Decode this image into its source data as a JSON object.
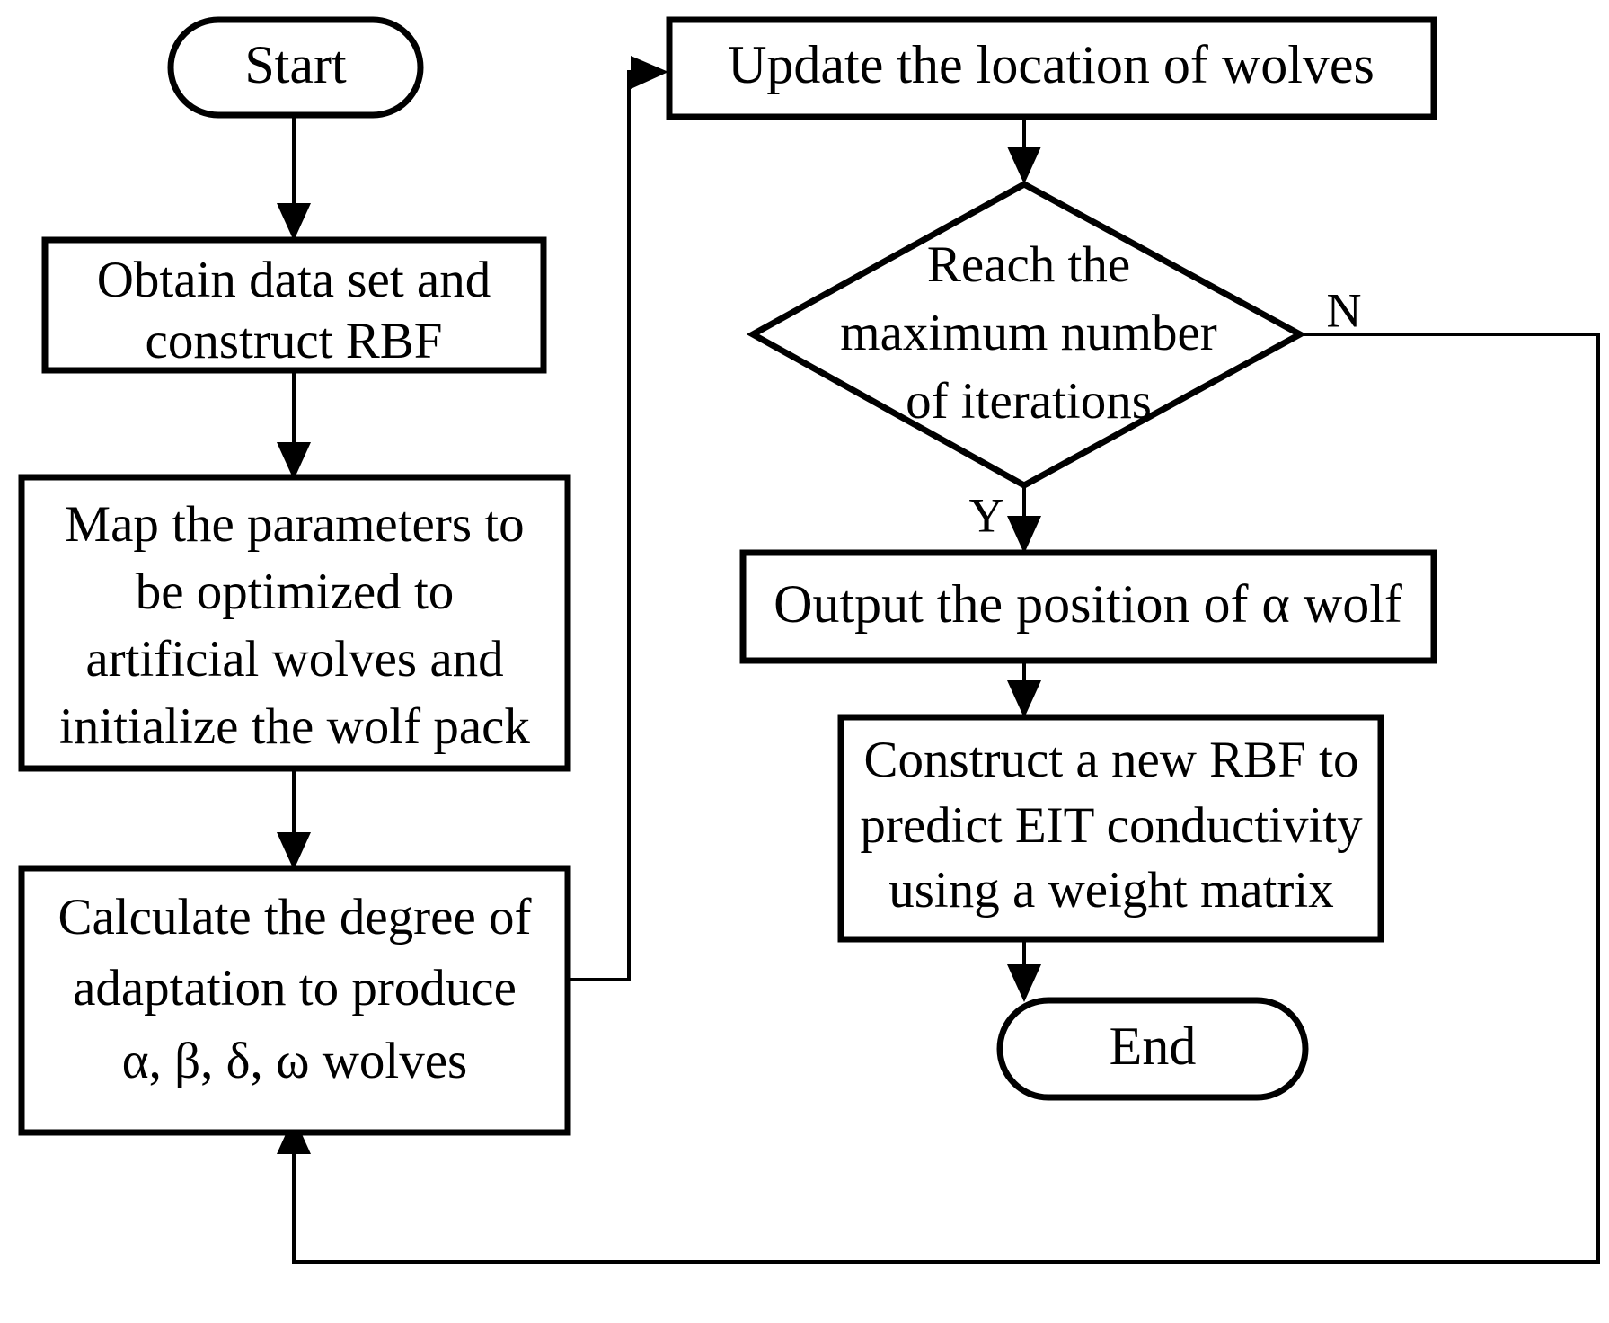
{
  "diagram": {
    "type": "flowchart",
    "title": "GWO-RBF EIT conductivity prediction flowchart",
    "colors": {
      "background": "#ffffff",
      "stroke": "#000000",
      "fill": "#ffffff"
    },
    "nodes": [
      {
        "id": "start",
        "shape": "terminator",
        "label": "Start",
        "lines": [
          "Start"
        ]
      },
      {
        "id": "obtain-dataset",
        "shape": "process",
        "label": "Obtain data set and construct RBF",
        "lines": [
          "Obtain data set and",
          "construct RBF"
        ]
      },
      {
        "id": "map-parameters",
        "shape": "process",
        "label": "Map the parameters to be optimized to artificial wolves and initialize the wolf pack",
        "lines": [
          "Map the parameters to",
          "be optimized to",
          "artificial wolves and",
          "initialize the wolf pack"
        ]
      },
      {
        "id": "calculate-adaptation",
        "shape": "process",
        "label": "Calculate the degree of adaptation to produce α, β, δ, ω wolves",
        "lines": [
          "Calculate the degree of",
          "adaptation to produce",
          "α, β, δ, ω  wolves"
        ]
      },
      {
        "id": "update-location",
        "shape": "process",
        "label": "Update the location of wolves",
        "lines": [
          "Update the location of wolves"
        ]
      },
      {
        "id": "reach-max-iterations",
        "shape": "decision",
        "label": "Reach the maximum number of iterations",
        "lines": [
          "Reach the",
          "maximum number",
          "of iterations"
        ]
      },
      {
        "id": "output-alpha",
        "shape": "process",
        "label": "Output the position of α wolf",
        "lines": [
          "Output the position of α wolf"
        ]
      },
      {
        "id": "construct-new-rbf",
        "shape": "process",
        "label": "Construct a new RBF to predict EIT conductivity using a weight matrix",
        "lines": [
          "Construct a new RBF to",
          "predict EIT conductivity",
          "using a weight matrix"
        ]
      },
      {
        "id": "end",
        "shape": "terminator",
        "label": "End",
        "lines": [
          "End"
        ]
      }
    ],
    "edge_labels": {
      "decision_no": "N",
      "decision_yes": "Y"
    },
    "edges": [
      {
        "from": "start",
        "to": "obtain-dataset",
        "label": ""
      },
      {
        "from": "obtain-dataset",
        "to": "map-parameters",
        "label": ""
      },
      {
        "from": "map-parameters",
        "to": "calculate-adaptation",
        "label": ""
      },
      {
        "from": "calculate-adaptation",
        "to": "update-location",
        "label": ""
      },
      {
        "from": "update-location",
        "to": "reach-max-iterations",
        "label": ""
      },
      {
        "from": "reach-max-iterations",
        "to": "output-alpha",
        "label": "Y"
      },
      {
        "from": "reach-max-iterations",
        "to": "calculate-adaptation",
        "label": "N"
      },
      {
        "from": "output-alpha",
        "to": "construct-new-rbf",
        "label": ""
      },
      {
        "from": "construct-new-rbf",
        "to": "end",
        "label": ""
      }
    ]
  }
}
